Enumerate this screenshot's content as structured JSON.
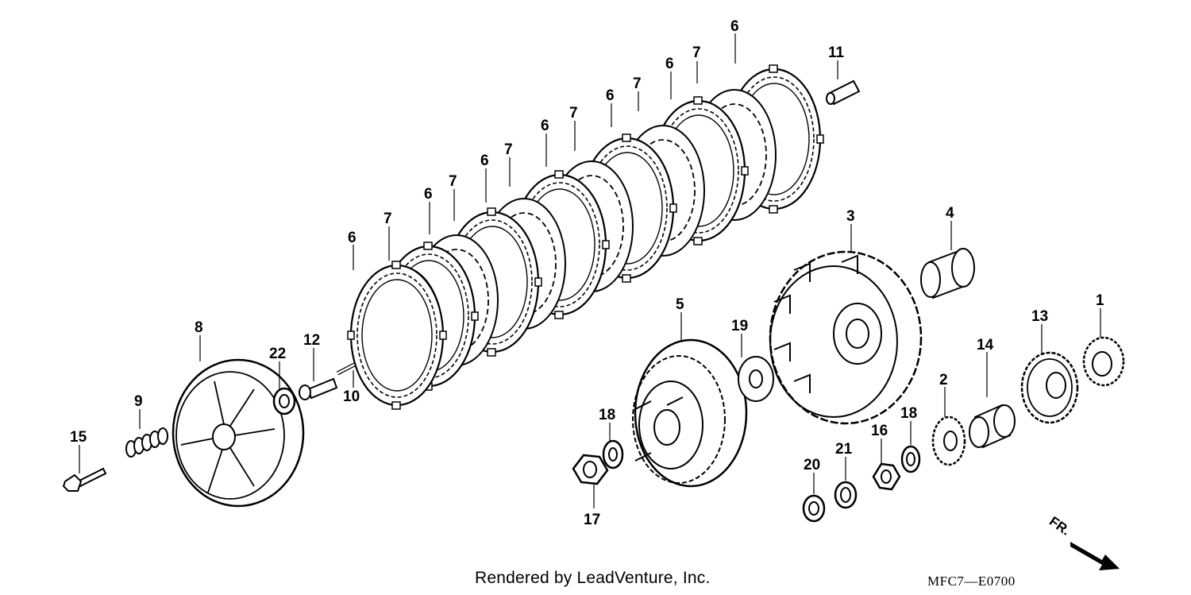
{
  "credit": "Rendered by LeadVenture, Inc.",
  "diagram_code": "MFC7—E0700",
  "direction_label": "FR.",
  "callouts": [
    "1",
    "2",
    "3",
    "4",
    "5",
    "6",
    "7",
    "8",
    "9",
    "10",
    "11",
    "12",
    "13",
    "14",
    "15",
    "16",
    "17",
    "18",
    "19",
    "20",
    "21",
    "22"
  ],
  "plate_labels": {
    "friction": "6",
    "steel": "7"
  }
}
